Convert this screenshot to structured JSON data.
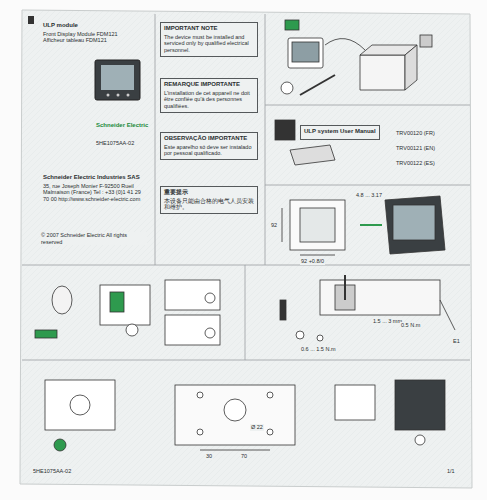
{
  "diagram": {
    "nodes": [
      {
        "text": [
          "ULP module",
          "Front Display Module FDM121",
          "Afficheur tableau FDM121"
        ]
      },
      {
        "text": [
          "IMPORTANT NOTE",
          "The device must be installed and serviced only by qualified electrical personnel."
        ]
      },
      {
        "text": [
          "REMARQUE IMPORTANTE",
          "L'installation de cet appareil ne doit être confiée qu'à des personnes qualifiées."
        ]
      },
      {
        "text": [
          "OBSERVAÇÃO IMPORTANTE",
          "Este aparelho só deve ser instalado por pessoal qualificado."
        ]
      },
      {
        "text": [
          "重要提示",
          "本设备只能由合格的电气人员安装和维护。"
        ]
      },
      {
        "text": [
          "ULP system User Manual"
        ]
      },
      {
        "text": [
          "Schneider Electric Industries SAS",
          "35, rue Joseph Monier F-92500 Rueil Malmaison (France) Tel : +33 (0)1 41 29 70 00 http://www.schneider-electric.com"
        ]
      }
    ],
    "labels": [
      "Schneider Electric",
      "5HE1075AA-02",
      "© 2007 Schneider Electric All rights reserved",
      "TRV00120 (FR)",
      "TRV00121 (EN)",
      "TRV00122 (ES)",
      "4.8 ... 3.17",
      "92 +0.8/0",
      "92",
      "1.5 ... 3 mm",
      "0.5 N.m",
      "0.6 ... 1.5 N.m",
      "Ø 22",
      "30",
      "70",
      "E1",
      "5HE1075AA-02",
      "1/1"
    ]
  }
}
